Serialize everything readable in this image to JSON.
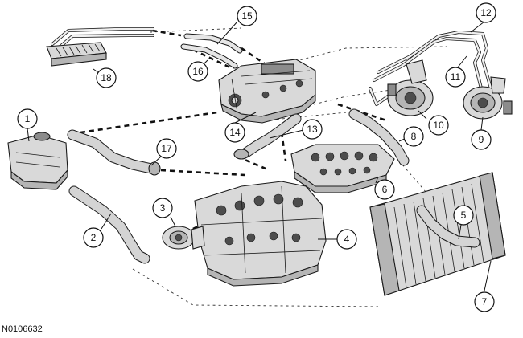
{
  "figure": {
    "figure_id": "N0106632"
  },
  "callouts": [
    {
      "id": "1",
      "label": "1"
    },
    {
      "id": "2",
      "label": "2"
    },
    {
      "id": "3",
      "label": "3"
    },
    {
      "id": "4",
      "label": "4"
    },
    {
      "id": "5",
      "label": "5"
    },
    {
      "id": "6",
      "label": "6"
    },
    {
      "id": "7",
      "label": "7"
    },
    {
      "id": "8",
      "label": "8"
    },
    {
      "id": "9",
      "label": "9"
    },
    {
      "id": "10",
      "label": "10"
    },
    {
      "id": "11",
      "label": "11"
    },
    {
      "id": "12",
      "label": "12"
    },
    {
      "id": "13",
      "label": "13"
    },
    {
      "id": "14",
      "label": "14"
    },
    {
      "id": "15",
      "label": "15"
    },
    {
      "id": "16",
      "label": "16"
    },
    {
      "id": "17",
      "label": "17"
    },
    {
      "id": "18",
      "label": "18"
    }
  ],
  "colors": {
    "line": "#1a1a1a",
    "part_fill": "#d9d9d9",
    "background": "#ffffff"
  }
}
